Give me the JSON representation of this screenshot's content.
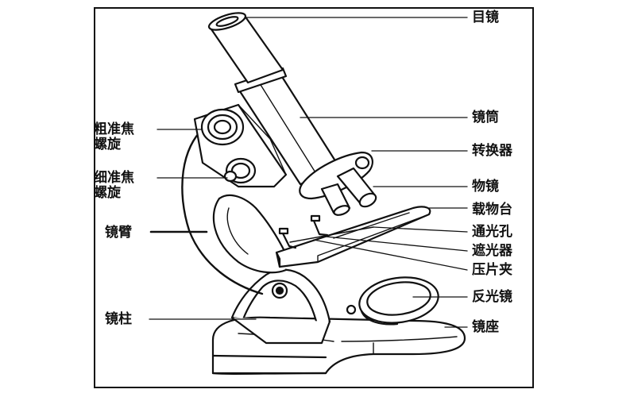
{
  "labels": {
    "eyepiece": "目镜",
    "tube": "镜筒",
    "nosepiece": "转换器",
    "objective": "物镜",
    "stage": "载物台",
    "stage_hole": "通光孔",
    "diaphragm": "遮光器",
    "stage_clip": "压片夹",
    "mirror": "反光镜",
    "base": "镜座",
    "coarse_focus": "粗准焦螺旋",
    "fine_focus": "细准焦螺旋",
    "arm": "镜臂",
    "pillar": "镜柱"
  }
}
